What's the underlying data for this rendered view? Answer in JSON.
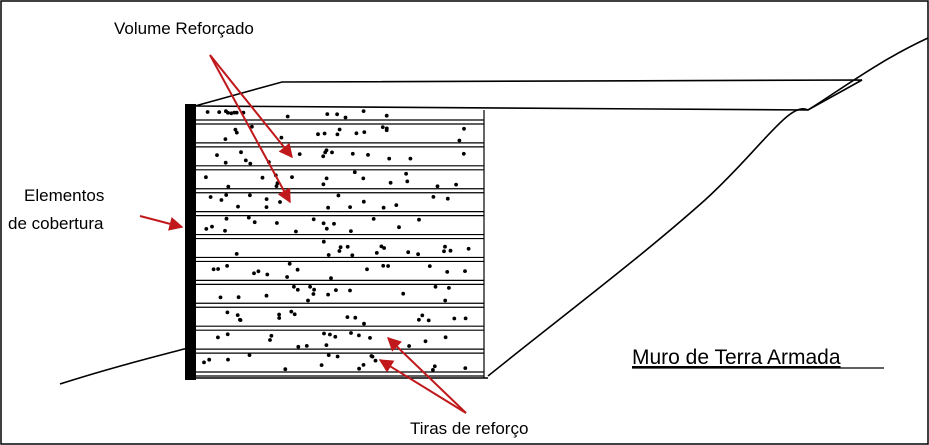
{
  "labels": {
    "reinforced_volume": "Volume Reforçado",
    "facing_line1": "Elementos",
    "facing_line2": "de cobertura",
    "strips": "Tiras de reforço",
    "title": "Muro de Terra Armada"
  },
  "colors": {
    "line": "#000000",
    "arrow": "#c0181b",
    "background": "#ffffff"
  },
  "structure": {
    "strip_count": 12
  }
}
